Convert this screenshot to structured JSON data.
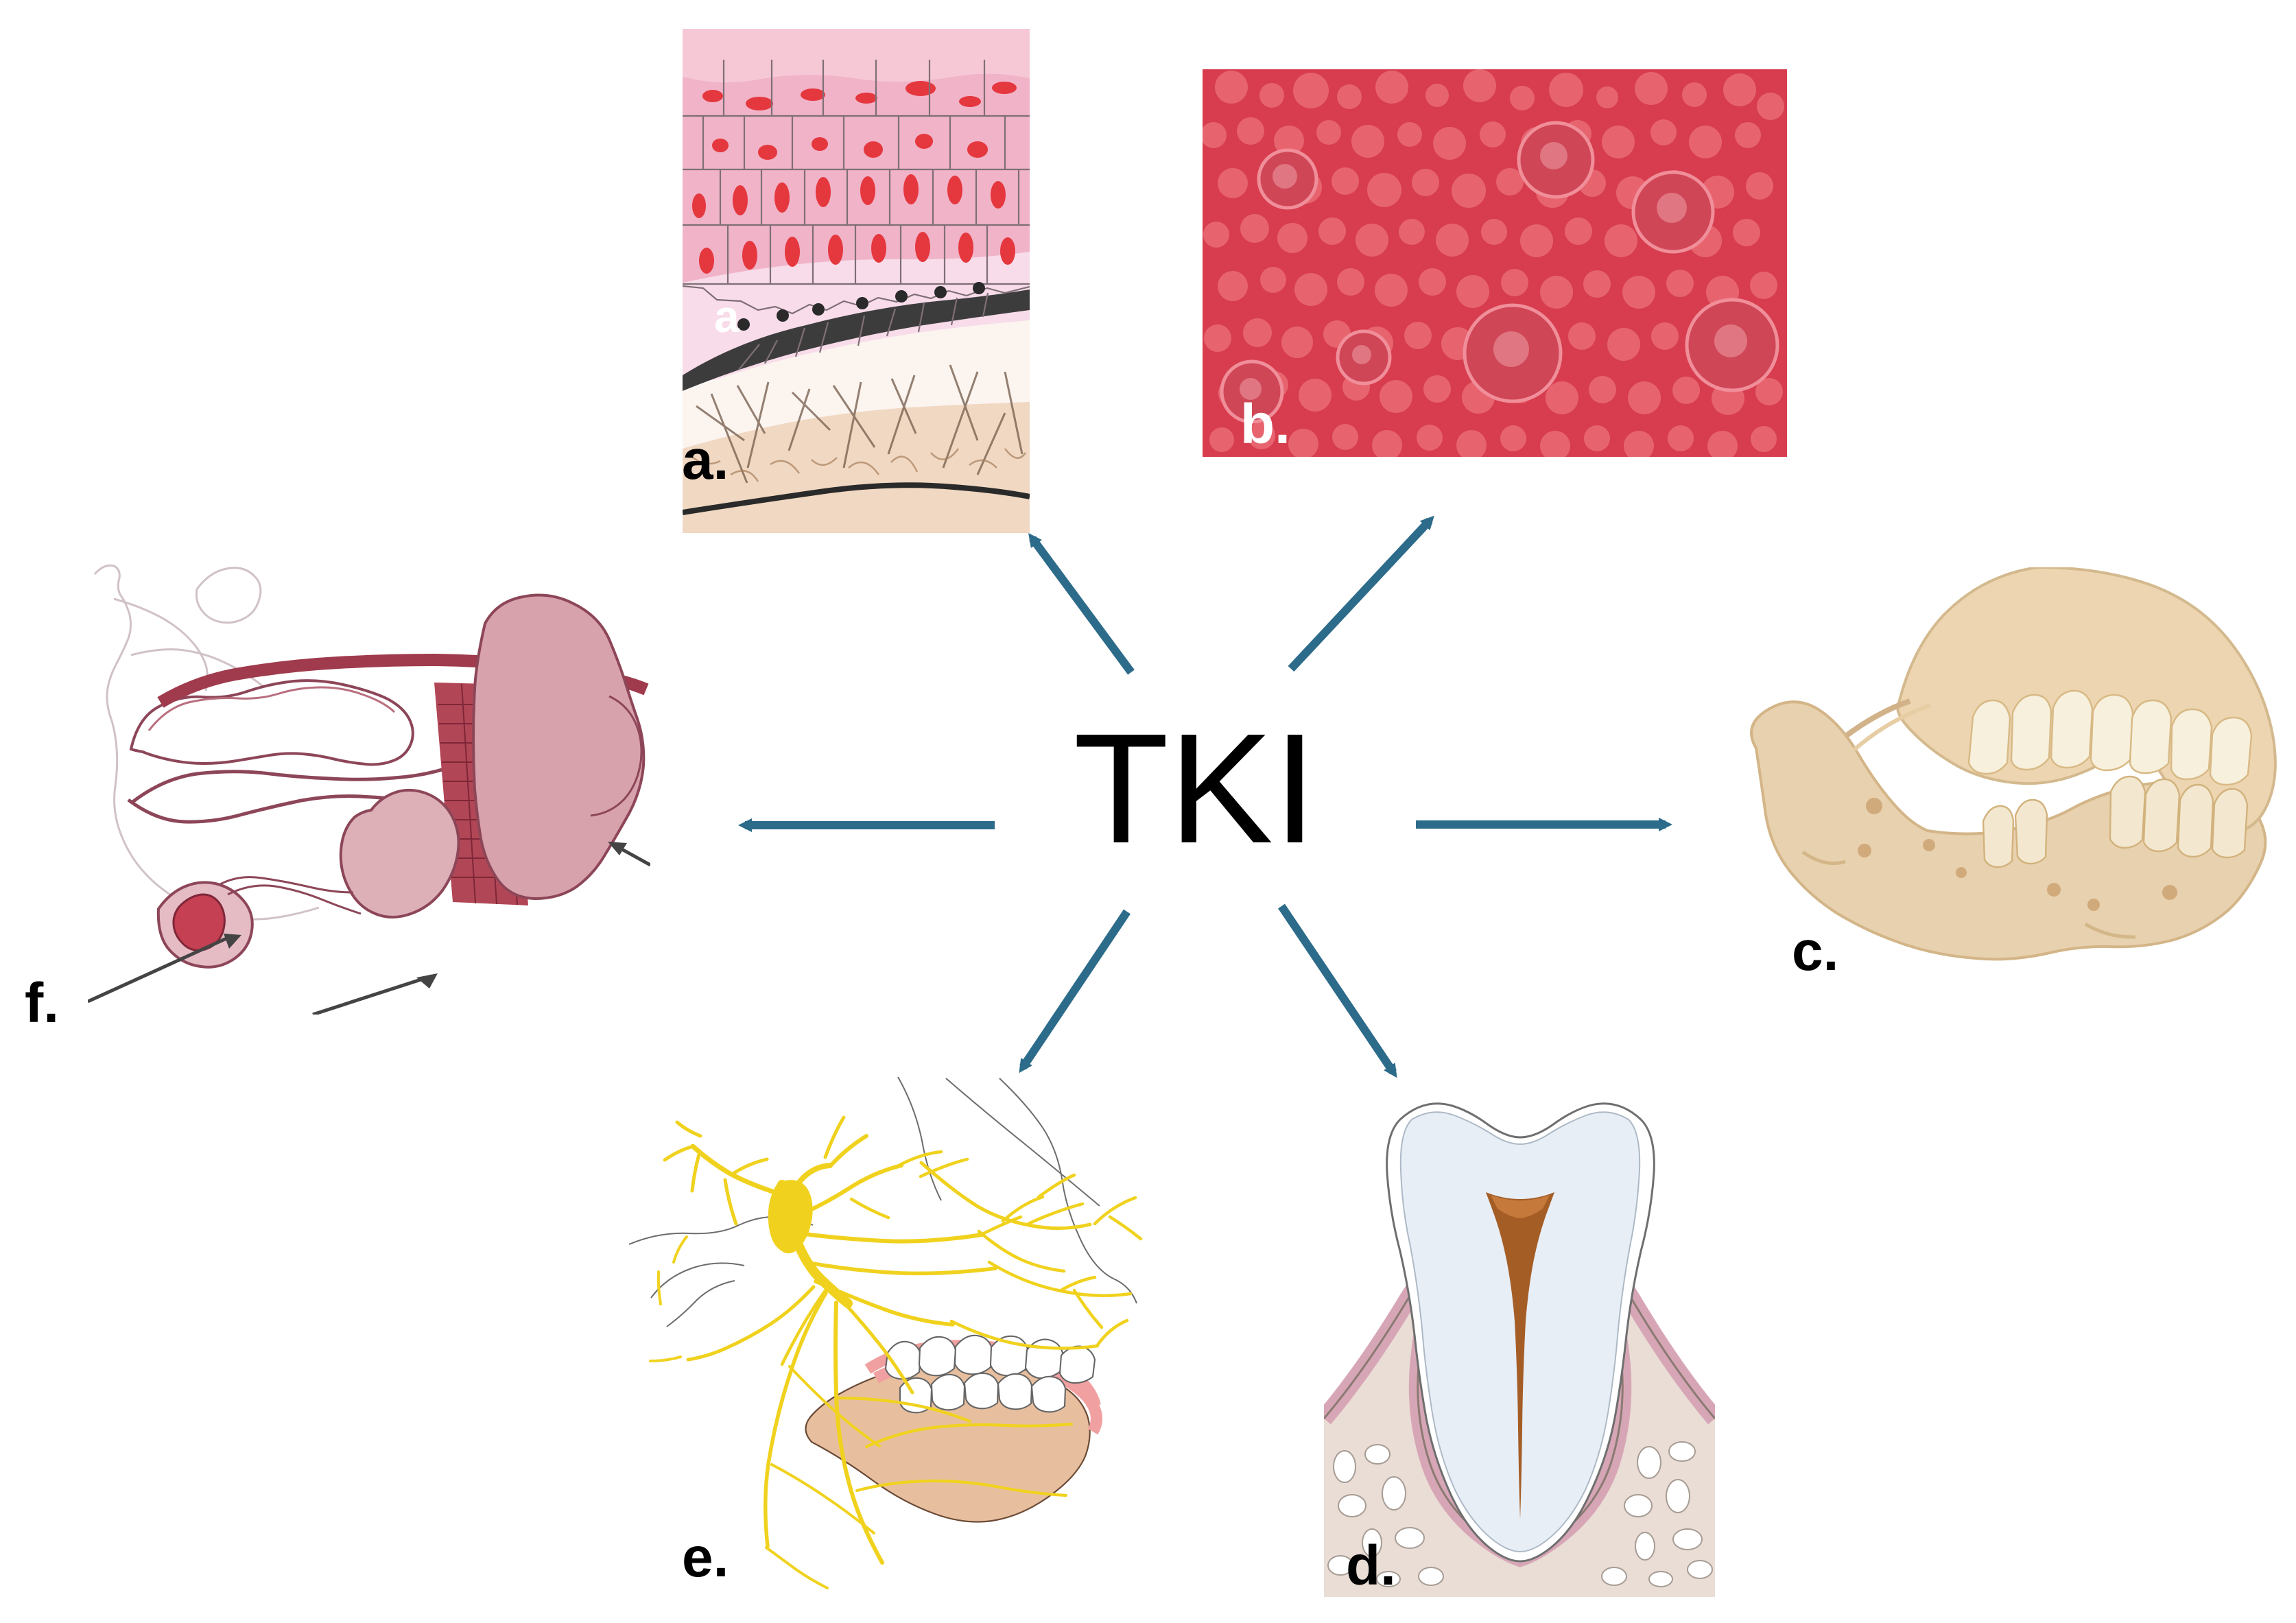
{
  "title": "TKI",
  "panels": [
    {
      "id": "a",
      "label": "a."
    },
    {
      "id": "b",
      "label": "b."
    },
    {
      "id": "c",
      "label": "c."
    },
    {
      "id": "d",
      "label": "d."
    },
    {
      "id": "e",
      "label": "e."
    },
    {
      "id": "f",
      "label": "f."
    }
  ],
  "inset_labels": {
    "a_inset": "a"
  },
  "colors": {
    "arrow": "#2d6b8a",
    "oral_pink": "#f2a8c0",
    "oral_red": "#e52d47",
    "papillae": "#d9485b",
    "bone": "#e9d5ad",
    "tooth_pulp": "#b36a2d",
    "nerve_yellow": "#f0d21e",
    "gland_mauve": "#b86e7d"
  },
  "icons": {
    "mucosa": "oral-mucosa-illustration",
    "papillae": "tongue-papillae-illustration",
    "mandible": "mandible-illustration",
    "tooth": "tooth-cross-section-illustration",
    "nerves": "facial-nerves-illustration",
    "glands": "salivary-glands-illustration"
  }
}
